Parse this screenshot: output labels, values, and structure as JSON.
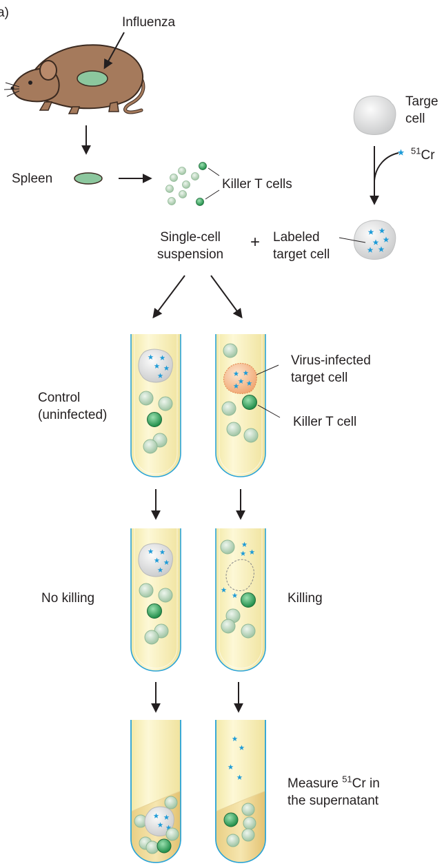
{
  "panel_label": "a)",
  "labels": {
    "influenza": "Influenza",
    "target_cell_line1": "Targe",
    "target_cell_line2": "cell",
    "isotope_sup": "51",
    "isotope_sym": "Cr",
    "spleen": "Spleen",
    "killer_t_cells": "Killer T cells",
    "single_cell_line1": "Single-cell",
    "single_cell_line2": "suspension",
    "plus": "+",
    "labeled_line1": "Labeled",
    "labeled_line2": "target cell",
    "virus_infected_line1": "Virus-infected",
    "virus_infected_line2": "target cell",
    "control_line1": "Control",
    "control_line2": "(uninfected)",
    "killer_t_cell": "Killer T cell",
    "no_killing": "No killing",
    "killing": "Killing",
    "measure_prefix": "Measure ",
    "measure_sup": "51",
    "measure_suffix": "Cr in",
    "measure_line2": "the supernatant"
  },
  "colors": {
    "mouse": "#a57a5c",
    "mouse_outline": "#3b2a20",
    "spleen": "#8cc79e",
    "t_cell": "#c8dfc9",
    "killer_t": "#3aab62",
    "tube_fill": "#fbf5c6",
    "tube_outline": "#2aa3d6",
    "sediment": "#f2dfa0",
    "target_cell": "#dcdddd",
    "infected_cell": "#f4c29a",
    "star": "#1e9bd7",
    "arrow": "#231f20"
  }
}
